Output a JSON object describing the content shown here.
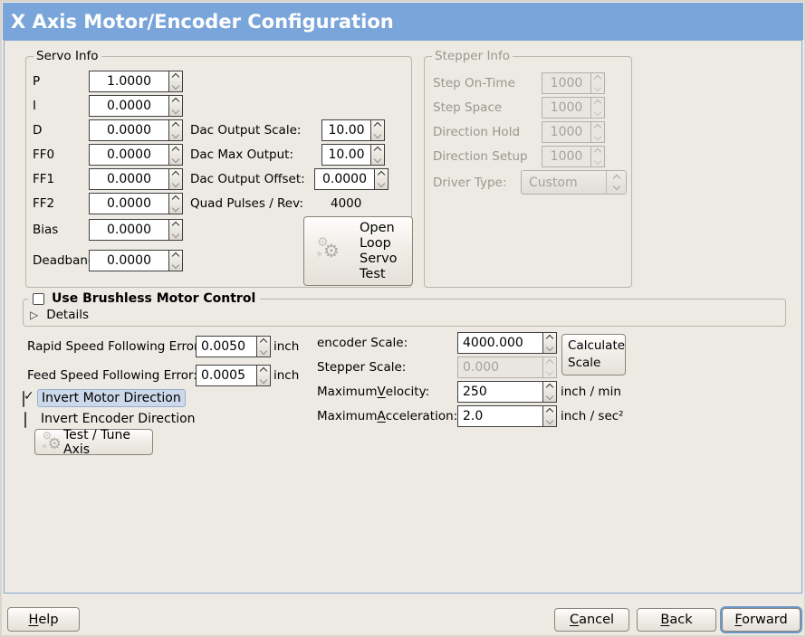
{
  "window": {
    "title": "X Axis Motor/Encoder Configuration"
  },
  "colors": {
    "titlebar": "#7aa5da",
    "focus_ring": "#6e96c8",
    "selection_highlight": "#ccd9ea"
  },
  "icons": {
    "checkmark": "✓",
    "expander_arrow": "▷",
    "gear": "⚙"
  },
  "servo": {
    "frame_label": "Servo Info",
    "rows": [
      {
        "label": "P",
        "value": "1.0000"
      },
      {
        "label": "I",
        "value": "0.0000"
      },
      {
        "label": "D",
        "value": "0.0000"
      },
      {
        "label": "FF0",
        "value": "0.0000"
      },
      {
        "label": "FF1",
        "value": "0.0000"
      },
      {
        "label": "FF2",
        "value": "0.0000"
      },
      {
        "label": "Bias",
        "value": "0.0000"
      },
      {
        "label": "Deadband",
        "value": "0.0000"
      }
    ],
    "dac": [
      {
        "label": "Dac Output Scale:",
        "value": "10.00"
      },
      {
        "label": "Dac Max Output:",
        "value": "10.00"
      },
      {
        "label": "Dac Output Offset:",
        "value": "0.0000"
      }
    ],
    "quad_label": "Quad Pulses / Rev:",
    "quad_value": "4000",
    "open_loop_lines": [
      "Open",
      "Loop",
      "Servo",
      "Test"
    ]
  },
  "stepper": {
    "frame_label": "Stepper Info",
    "rows": [
      {
        "label": "Step On-Time",
        "value": "1000"
      },
      {
        "label": "Step Space",
        "value": "1000"
      },
      {
        "label": "Direction Hold",
        "value": "1000"
      },
      {
        "label": "Direction Setup",
        "value": "1000"
      }
    ],
    "driver_label": "Driver Type:",
    "driver_value": "Custom"
  },
  "brushless": {
    "title": "Use Brushless Motor Control",
    "checked": false,
    "details": "Details"
  },
  "ferr": {
    "rapid_label": "Rapid Speed Following Error:",
    "rapid_value": "0.0050",
    "feed_label": "Feed Speed Following Error:",
    "feed_value": "0.0005",
    "unit": "inch"
  },
  "scales": {
    "encoder_label": "encoder Scale:",
    "encoder_value": "4000.000",
    "stepper_label": "Stepper Scale:",
    "stepper_value": "0.000",
    "calc_lines": [
      "Calculate",
      "Scale"
    ],
    "velocity": {
      "pre": "Maximum ",
      "key": "V",
      "post": "elocity:",
      "value": "250",
      "unit": "inch / min"
    },
    "acceleration": {
      "pre": "Maximum ",
      "key": "A",
      "post": "cceleration:",
      "value": "2.0",
      "unit": "inch / sec²"
    }
  },
  "opts": {
    "invert_motor": {
      "label": "Invert Motor Direction",
      "checked": true
    },
    "invert_encoder": {
      "label": "Invert Encoder Direction",
      "checked": false
    },
    "test_tune_label": "Test / Tune Axis"
  },
  "actions": {
    "help": {
      "key": "H",
      "post": "elp"
    },
    "cancel": {
      "key": "C",
      "post": "ancel"
    },
    "back": {
      "key": "B",
      "post": "ack"
    },
    "forward": {
      "key": "F",
      "post": "orward"
    }
  }
}
